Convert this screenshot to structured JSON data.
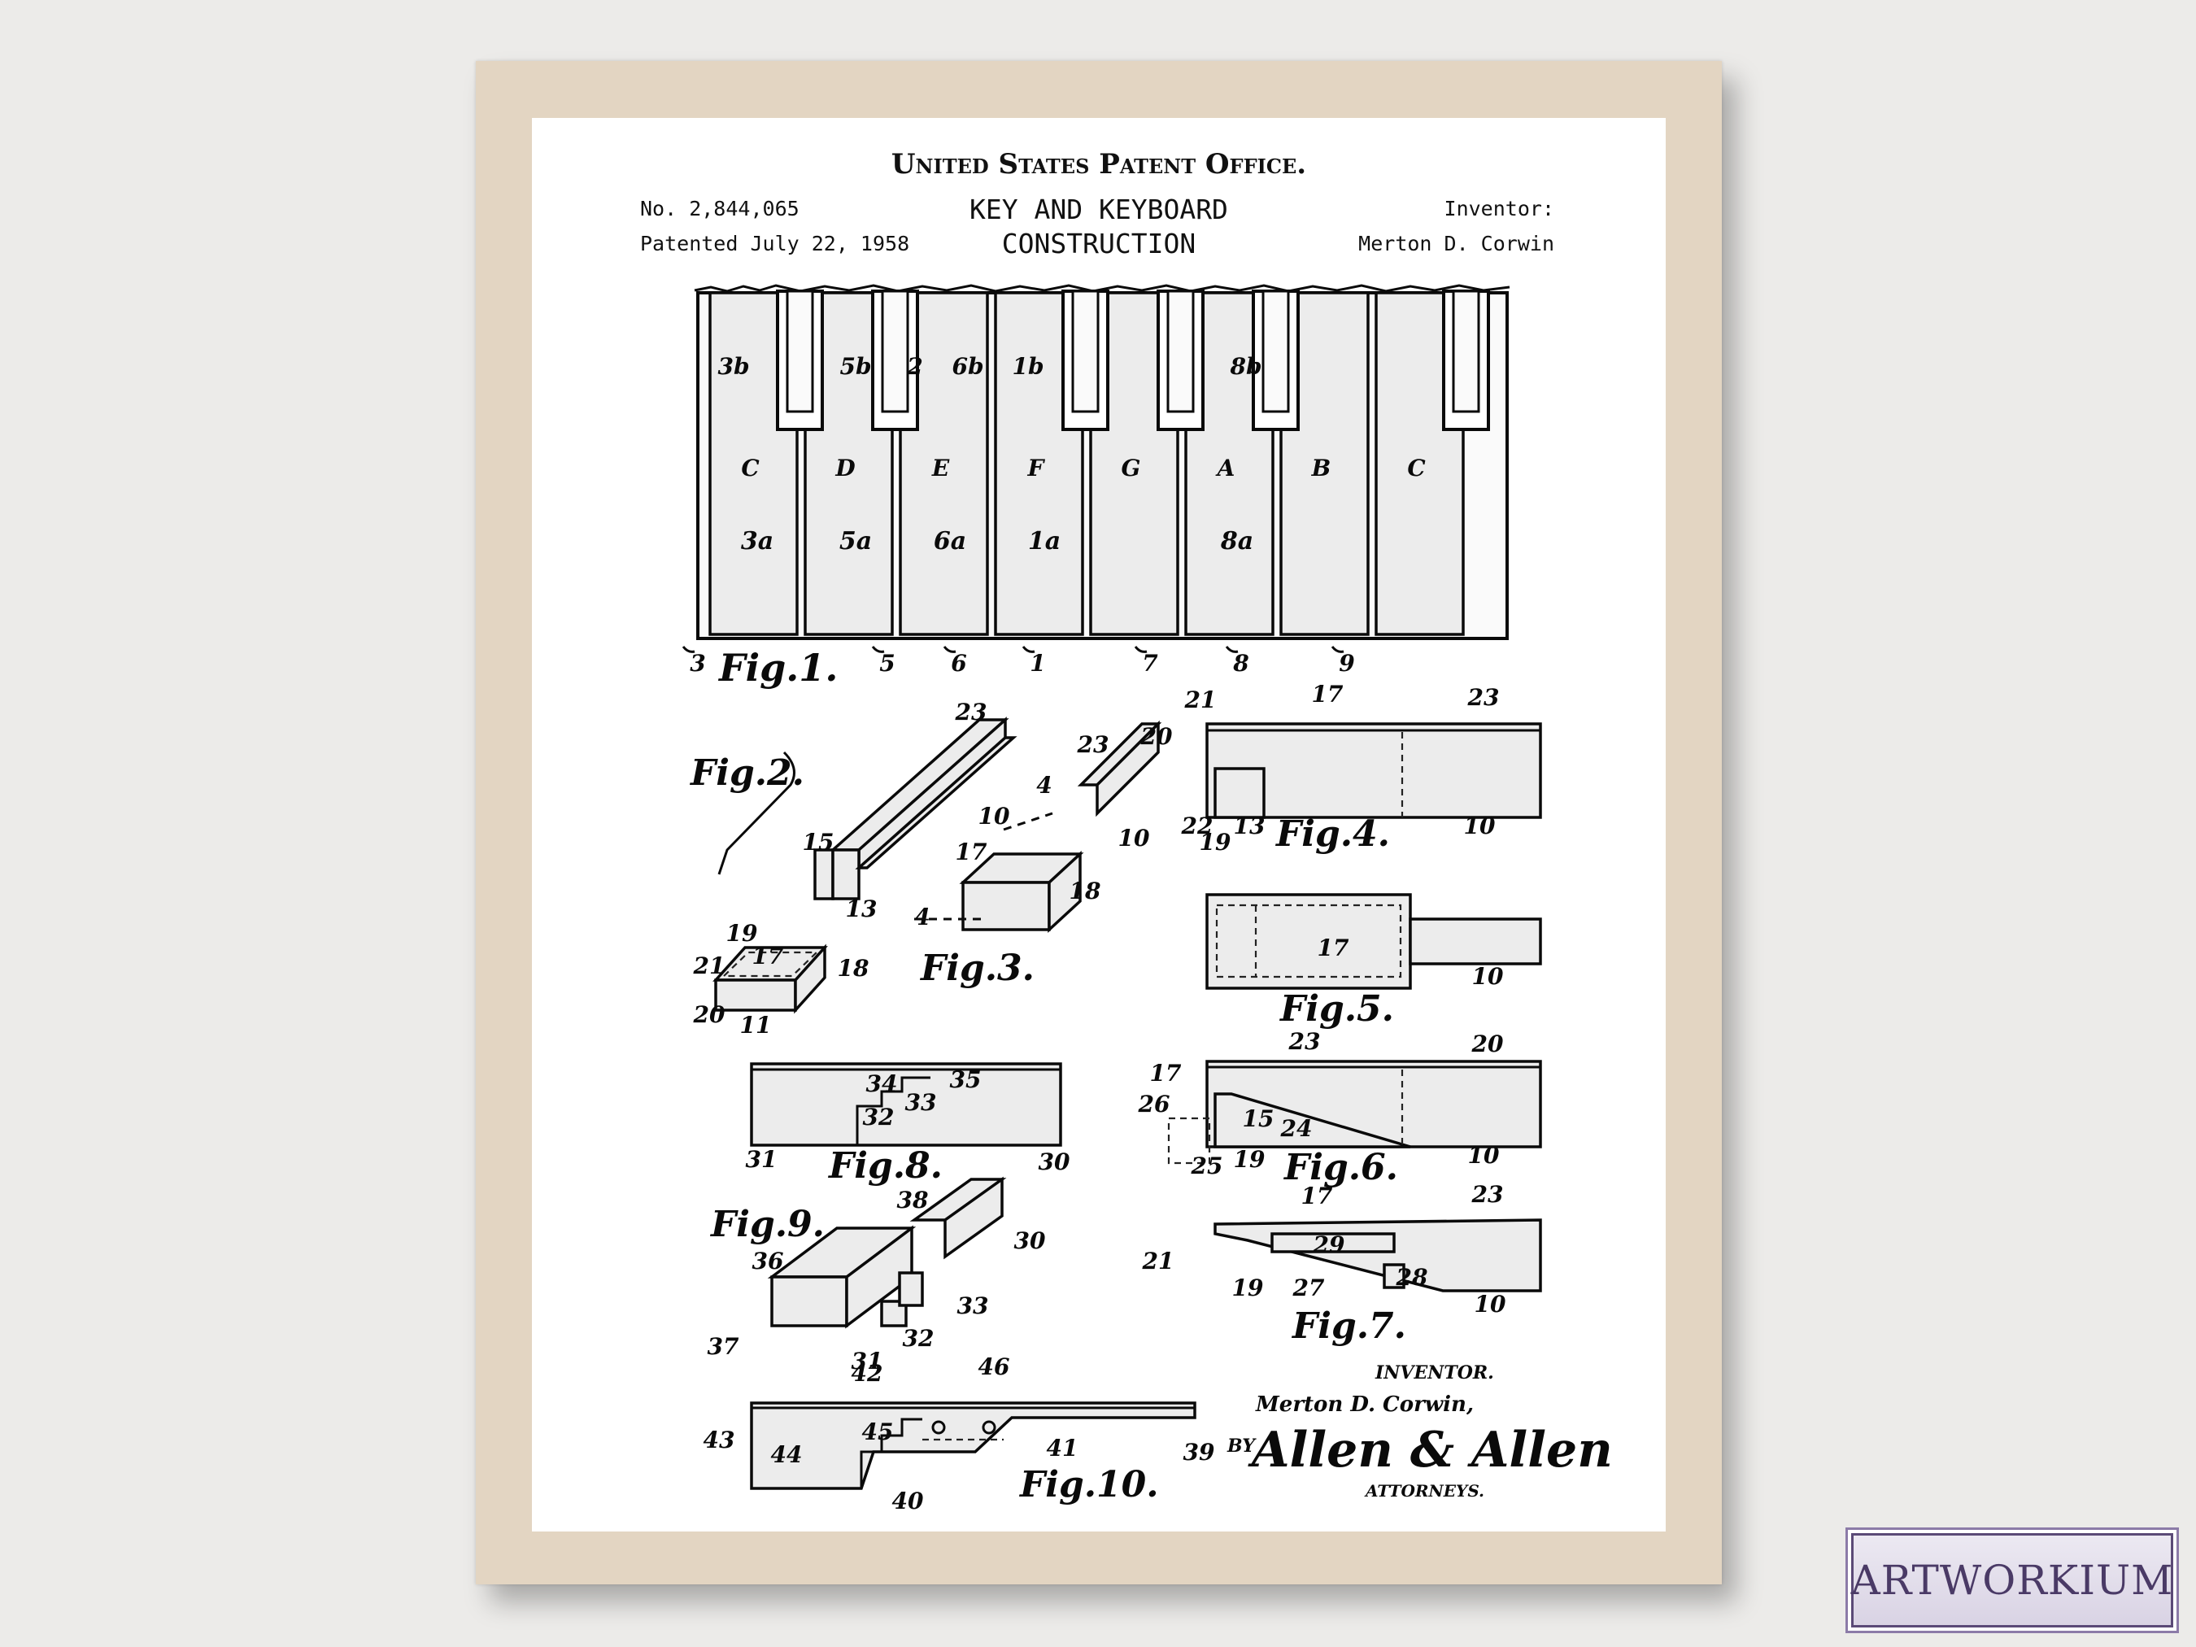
{
  "header": {
    "office": "United States Patent Office.",
    "number": "No. 2,844,065",
    "date": "Patented July 22, 1958",
    "title_line1": "KEY AND KEYBOARD",
    "title_line2": "CONSTRUCTION",
    "inventor_label": "Inventor:",
    "inventor_name": "Merton D. Corwin"
  },
  "fig1": {
    "label": "Fig.1.",
    "notes": [
      "C",
      "D",
      "E",
      "F",
      "G",
      "A",
      "B",
      "C"
    ],
    "upper_refs": [
      "3b",
      "5b",
      "2",
      "6b",
      "1b",
      "8b"
    ],
    "lower_refs": [
      "3a",
      "5a",
      "6a",
      "1a",
      "8a"
    ],
    "bottom_refs": [
      "3",
      "5",
      "6",
      "1",
      "7",
      "8",
      "9"
    ]
  },
  "fig2": {
    "label": "Fig.2.",
    "refs": [
      "23",
      "10",
      "15",
      "13",
      "19",
      "21",
      "17",
      "18",
      "20",
      "11"
    ]
  },
  "fig3": {
    "label": "Fig.3.",
    "refs": [
      "23",
      "4",
      "10",
      "17",
      "18",
      "4"
    ]
  },
  "fig4": {
    "label": "Fig.4.",
    "refs": [
      "21",
      "17",
      "23",
      "20",
      "22",
      "19",
      "13",
      "10"
    ]
  },
  "fig5": {
    "label": "Fig.5.",
    "refs": [
      "17",
      "10"
    ]
  },
  "fig6": {
    "label": "Fig.6.",
    "refs": [
      "17",
      "23",
      "20",
      "26",
      "15",
      "24",
      "25",
      "19",
      "10"
    ]
  },
  "fig7": {
    "label": "Fig.7.",
    "refs": [
      "17",
      "23",
      "29",
      "21",
      "19",
      "27",
      "28",
      "10"
    ]
  },
  "fig8": {
    "label": "Fig.8.",
    "refs": [
      "34",
      "35",
      "33",
      "32",
      "31",
      "30"
    ]
  },
  "fig9": {
    "label": "Fig.9.",
    "refs": [
      "38",
      "30",
      "36",
      "33",
      "37",
      "32",
      "31"
    ]
  },
  "fig10": {
    "label": "Fig.10.",
    "refs": [
      "42",
      "46",
      "43",
      "45",
      "44",
      "41",
      "39",
      "40"
    ]
  },
  "signature": {
    "inventor_heading": "INVENTOR.",
    "inventor_name": "Merton D. Corwin,",
    "by": "BY",
    "attorney_sig": "Allen & Allen",
    "attorneys": "ATTORNEYS."
  },
  "brand": {
    "logo_text": "ARTWORKIUM"
  }
}
